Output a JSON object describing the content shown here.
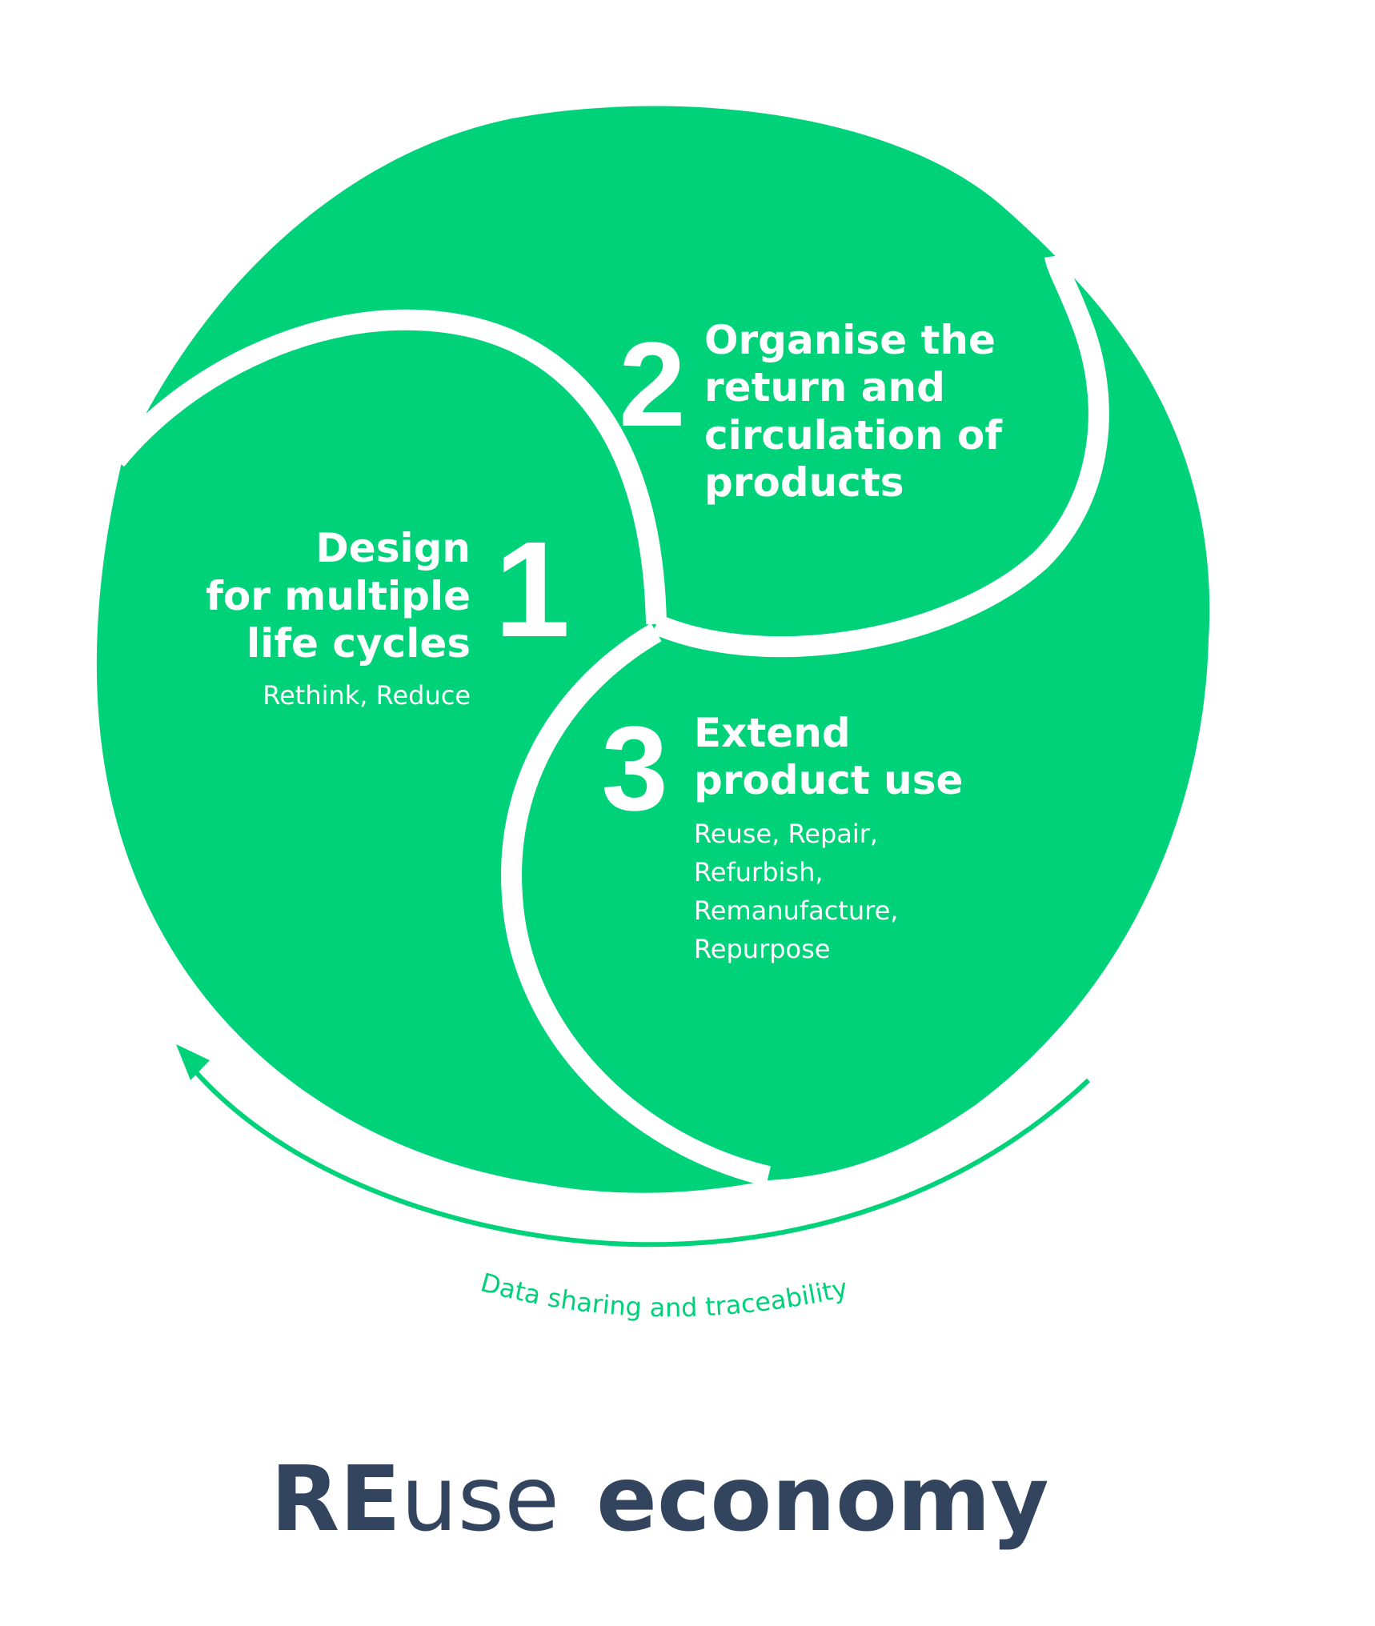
{
  "colors": {
    "green": "#00D27A",
    "navy": "#33445F",
    "white": "#FFFFFF"
  },
  "steps": [
    {
      "number": "1",
      "title_lines": [
        "Design",
        "for multiple",
        "life cycles"
      ],
      "subtitle_lines": [
        "Rethink, Reduce"
      ]
    },
    {
      "number": "2",
      "title_lines": [
        "Organise the",
        "return and",
        "circulation of",
        "products"
      ],
      "subtitle_lines": []
    },
    {
      "number": "3",
      "title_lines": [
        "Extend",
        "product use"
      ],
      "subtitle_lines": [
        "Reuse, Repair,",
        "Refurbish,",
        "Remanufacture,",
        "Repurpose"
      ]
    }
  ],
  "cycle_caption": "Data sharing and traceability",
  "logo": {
    "part1": "RE",
    "part2": "use",
    "part3": "economy"
  }
}
